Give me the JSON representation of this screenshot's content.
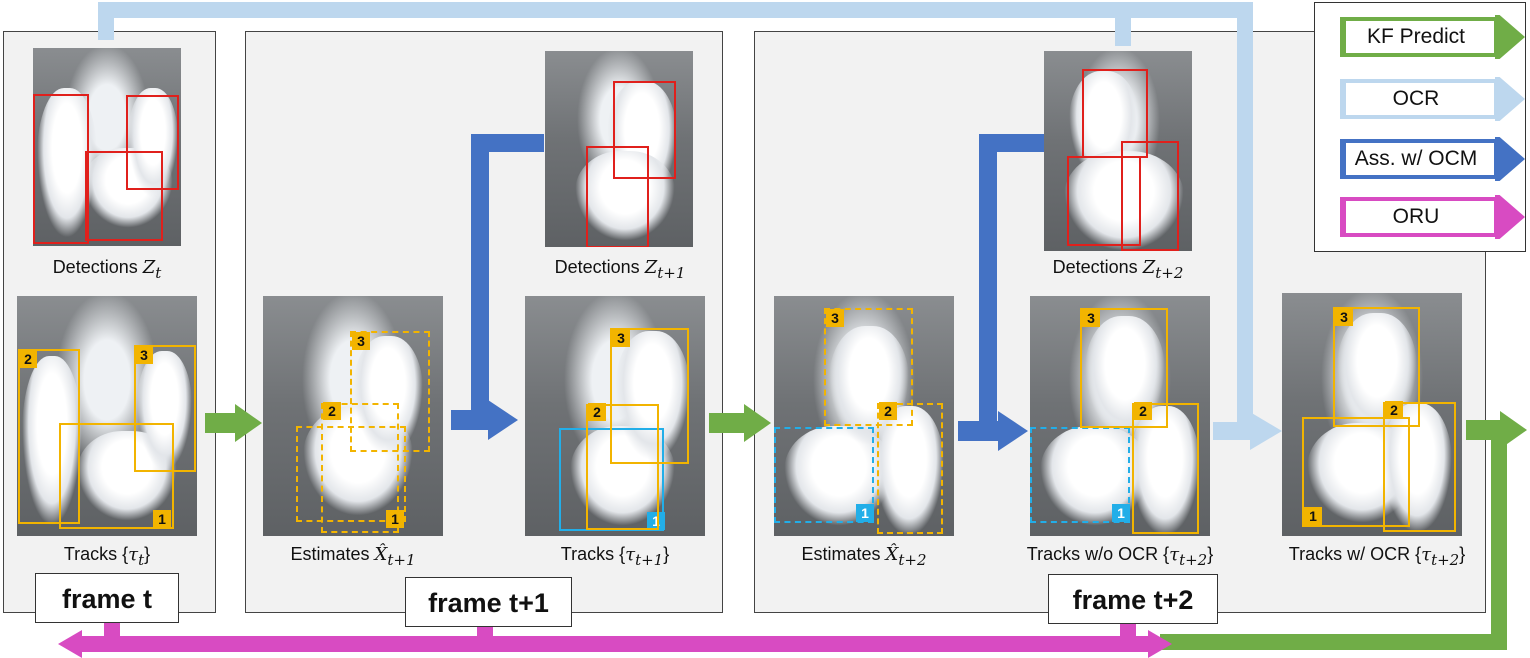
{
  "legend": {
    "items": [
      {
        "label": "KF Predict",
        "color": "#70ad47"
      },
      {
        "label": "OCR",
        "color": "#bdd7ee"
      },
      {
        "label": "Ass. w/ OCM",
        "color": "#4472c4"
      },
      {
        "label": "ORU",
        "color": "#d84bc2"
      }
    ]
  },
  "frames": {
    "t": "frame t",
    "t1": "frame t+1",
    "t2": "frame t+2"
  },
  "captions": {
    "det_t": "Detections",
    "det_t_sym": "Z",
    "det_t_sub": "t",
    "tracks_t": "Tracks {",
    "tracks_t_sym": "τ",
    "tracks_t_sub": "t",
    "tracks_t_close": "}",
    "est_t1": "Estimates",
    "est_t1_sym": "X̂",
    "est_t1_sub": "t+1",
    "det_t1": "Detections",
    "det_t1_sym": "Z",
    "det_t1_sub": "t+1",
    "tracks_t1": "Tracks {",
    "tracks_t1_sym": "τ",
    "tracks_t1_sub": "t+1",
    "tracks_t1_close": "}",
    "est_t2": "Estimates",
    "est_t2_sym": "X̂",
    "est_t2_sub": "t+2",
    "det_t2": "Detections",
    "det_t2_sym": "Z",
    "det_t2_sub": "t+2",
    "tracks_wo": "Tracks w/o OCR {",
    "tracks_wo_sym": "τ",
    "tracks_wo_sub": "t+2",
    "tracks_wo_close": "}",
    "tracks_w": "Tracks w/ OCR {",
    "tracks_w_sym": "τ",
    "tracks_w_sub": "t+2",
    "tracks_w_close": "}"
  },
  "ids": {
    "one": "1",
    "two": "2",
    "three": "3"
  }
}
